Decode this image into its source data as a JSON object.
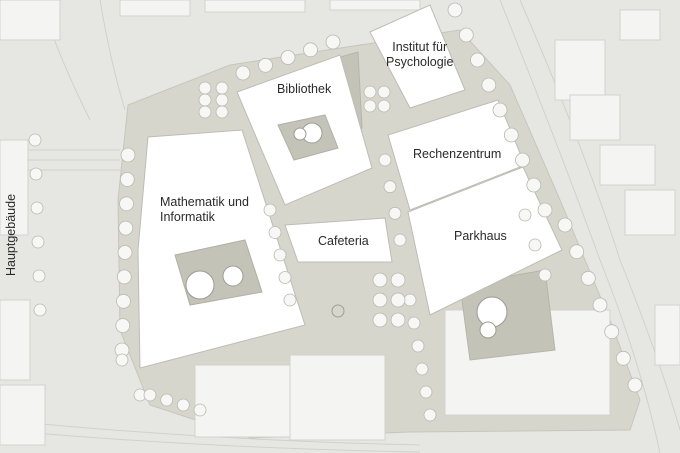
{
  "labels": {
    "bibliothek": "Bibliothek",
    "institut_line1": "Institut für",
    "institut_line2": "Psychologie",
    "rechenzentrum": "Rechenzentrum",
    "mathematik_line1": "Mathematik und",
    "mathematik_line2": "Informatik",
    "cafeteria": "Cafeteria",
    "parkhaus": "Parkhaus",
    "hauptgebaeude": "Hauptgebäude"
  },
  "colors": {
    "background": "#e6e7e3",
    "plaza": "#d6d6cc",
    "courtyard": "#c3c3b8",
    "building": "#ffffff",
    "surrounding_building": "#f4f4f2",
    "tree_fill": "#f7f7f5",
    "road_line": "#cfd0cc"
  }
}
